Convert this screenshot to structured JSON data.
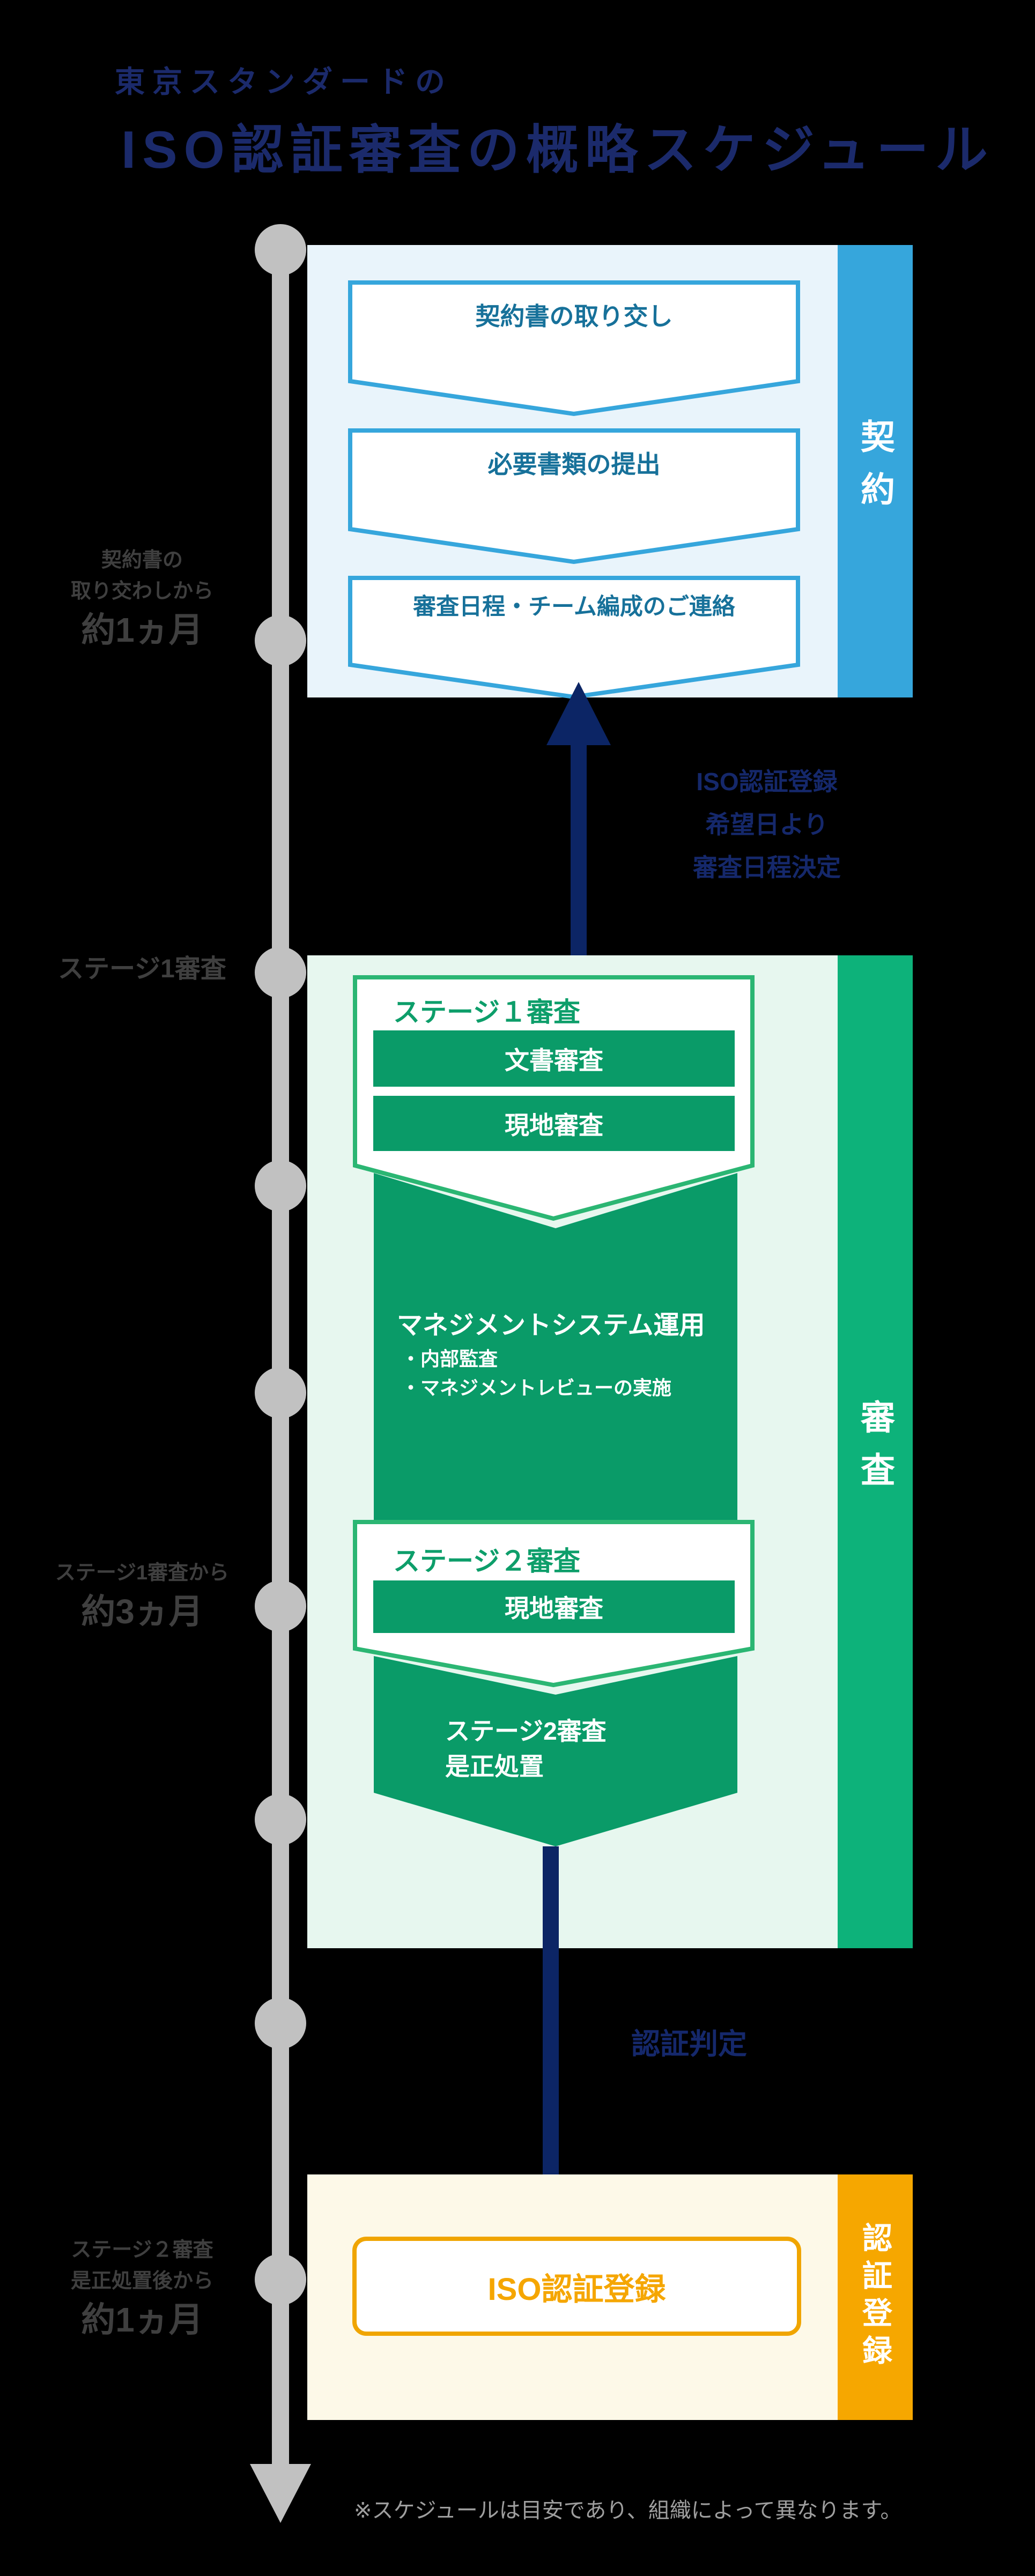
{
  "title": {
    "small": "東京スタンダードの",
    "main": "ISO認証審査の概略スケジュール"
  },
  "timeline": {
    "labels": [
      {
        "lines": [
          "契約書の",
          "取り交わしから"
        ],
        "duration": "約1ヵ月"
      },
      {
        "lines": [
          "ステージ1審査"
        ],
        "duration": ""
      },
      {
        "lines": [
          "ステージ1審査から"
        ],
        "duration": "約3ヵ月"
      },
      {
        "lines": [
          "ステージ２審査",
          "是正処置後から"
        ],
        "duration": "約1ヵ月"
      }
    ]
  },
  "sections": {
    "contract": {
      "side_label": "契約",
      "steps": [
        "契約書の取り交し",
        "必要書類の提出",
        "審査日程・チーム編成のご連絡"
      ]
    },
    "audit": {
      "side_label": "審査",
      "stage1": {
        "title": "ステージ１審査",
        "items": [
          "文書審査",
          "現地審査"
        ]
      },
      "operation": {
        "title": "マネジメントシステム運用",
        "bullets": [
          "・内部監査",
          "・マネジメントレビューの実施"
        ]
      },
      "stage2": {
        "title": "ステージ２審査",
        "items": [
          "現地審査"
        ]
      },
      "corrective": {
        "lines": [
          "ステージ2審査",
          "是正処置"
        ]
      }
    },
    "registration": {
      "side_label": "認証登録",
      "box_label": "ISO認証登録"
    }
  },
  "annotations": {
    "schedule_decision": {
      "lines": [
        "ISO認証登録",
        "希望日より",
        "審査日程決定"
      ]
    },
    "judgement": "認証判定",
    "note": "※スケジュールは目安であり、組織によって異なります。"
  },
  "palette": {
    "title_navy": "#1b2a6b",
    "arrow_navy": "#0c2565",
    "timeline_gray": "#c1c1c1",
    "label_gray": "#3f3f3f",
    "blue_accent": "#36a6dc",
    "blue_bg": "#e9f4fb",
    "blue_step_text": "#17719a",
    "green_accent": "#0db27a",
    "green_dark": "#0a9b68",
    "green_border": "#2bb673",
    "green_text": "#0d9e6a",
    "green_bg": "#e7f7ef",
    "orange_accent": "#f6a700",
    "orange_border": "#f0a500",
    "cream_bg": "#fdf9e8",
    "note_gray": "#9e9e9e"
  }
}
